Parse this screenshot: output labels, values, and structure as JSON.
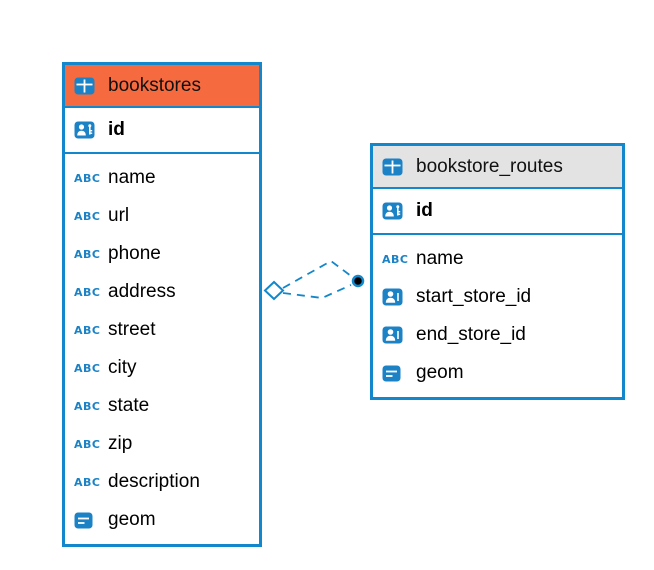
{
  "diagram": {
    "colors": {
      "table_border": "#1287cb",
      "icon_blue": "#1b82c5",
      "bookstores_header": "#f56b3f",
      "routes_header": "#e3e3e3",
      "relationship_line": "#1287cb"
    },
    "tables": [
      {
        "title": "bookstores",
        "pk": {
          "name": "id",
          "type": "key"
        },
        "columns": [
          {
            "name": "name",
            "type": "text"
          },
          {
            "name": "url",
            "type": "text"
          },
          {
            "name": "phone",
            "type": "text"
          },
          {
            "name": "address",
            "type": "text"
          },
          {
            "name": "street",
            "type": "text"
          },
          {
            "name": "city",
            "type": "text"
          },
          {
            "name": "state",
            "type": "text"
          },
          {
            "name": "zip",
            "type": "text"
          },
          {
            "name": "description",
            "type": "text"
          },
          {
            "name": "geom",
            "type": "geometry"
          }
        ]
      },
      {
        "title": "bookstore_routes",
        "pk": {
          "name": "id",
          "type": "key"
        },
        "columns": [
          {
            "name": "name",
            "type": "text"
          },
          {
            "name": "start_store_id",
            "type": "ref"
          },
          {
            "name": "end_store_id",
            "type": "ref"
          },
          {
            "name": "geom",
            "type": "geometry"
          }
        ]
      }
    ],
    "relationships": [
      {
        "from": "bookstores",
        "to": "bookstore_routes",
        "via": "start_store_id",
        "style": "dashed"
      },
      {
        "from": "bookstores",
        "to": "bookstore_routes",
        "via": "end_store_id",
        "style": "dashed"
      }
    ],
    "icons": {
      "abc_label": "ABC"
    }
  }
}
